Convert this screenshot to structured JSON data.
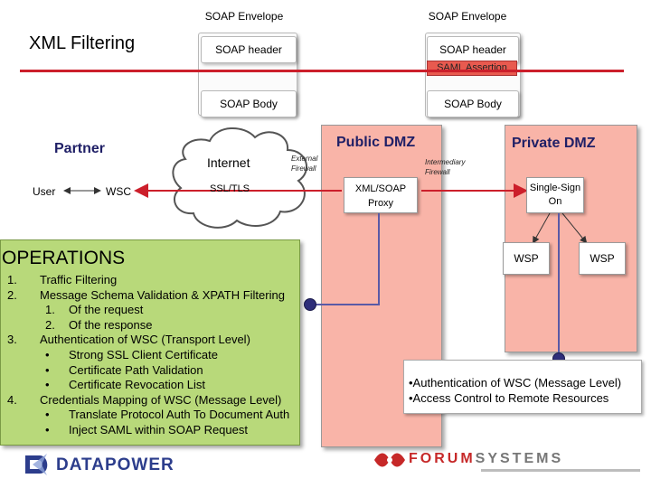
{
  "soap_left": {
    "envelope": "SOAP Envelope",
    "header": "SOAP header",
    "body": "SOAP Body"
  },
  "soap_right": {
    "envelope": "SOAP Envelope",
    "header": "SOAP header",
    "assertion": "SAML Assertion",
    "body": "SOAP Body"
  },
  "main_title": "XML Filtering",
  "partner": {
    "title": "Partner",
    "user": "User",
    "wsc": "WSC"
  },
  "internet": {
    "label": "Internet",
    "ssl": "SSL/TLS"
  },
  "firewalls": {
    "external": "External Firewall",
    "intermediary": "Intermediary Firewall"
  },
  "public_dmz": {
    "title": "Public DMZ",
    "proxy": "XML/SOAP Proxy"
  },
  "private_dmz": {
    "title": "Private DMZ",
    "sso": "Single-Sign On",
    "wsp1": "WSP",
    "wsp2": "WSP"
  },
  "operations": {
    "title": "OPERATIONS",
    "items": [
      {
        "num": "1.",
        "text": "Traffic Filtering"
      },
      {
        "num": "2.",
        "text": "Message Schema Validation & XPATH Filtering"
      },
      {
        "num": "1.",
        "text": "Of the request"
      },
      {
        "num": "2.",
        "text": "Of the response"
      },
      {
        "num": "3.",
        "text": "Authentication of WSC (Transport Level)"
      },
      {
        "num": "•",
        "text": "Strong SSL Client Certificate"
      },
      {
        "num": "•",
        "text": "Certificate Path Validation"
      },
      {
        "num": "•",
        "text": "Certificate Revocation List"
      },
      {
        "num": "4.",
        "text": "Credentials Mapping of WSC (Message Level)"
      },
      {
        "num": "•",
        "text": "Translate Protocol Auth To Document Auth"
      },
      {
        "num": "•",
        "text": "Inject SAML within SOAP Request"
      }
    ]
  },
  "message_level": {
    "line1": "•Authentication of WSC (Message Level)",
    "line2": "•Access Control to Remote Resources"
  },
  "logos": {
    "datapower": "DATAPOWER",
    "forum": "FORUM",
    "systems": "SYSTEMS"
  },
  "colors": {
    "red_line": "#cc1f2b",
    "dmz_fill": "#f9b4a8",
    "ops_fill": "#b8d97a",
    "connector": "#5a5aa6",
    "dot": "#2e2e7a"
  }
}
